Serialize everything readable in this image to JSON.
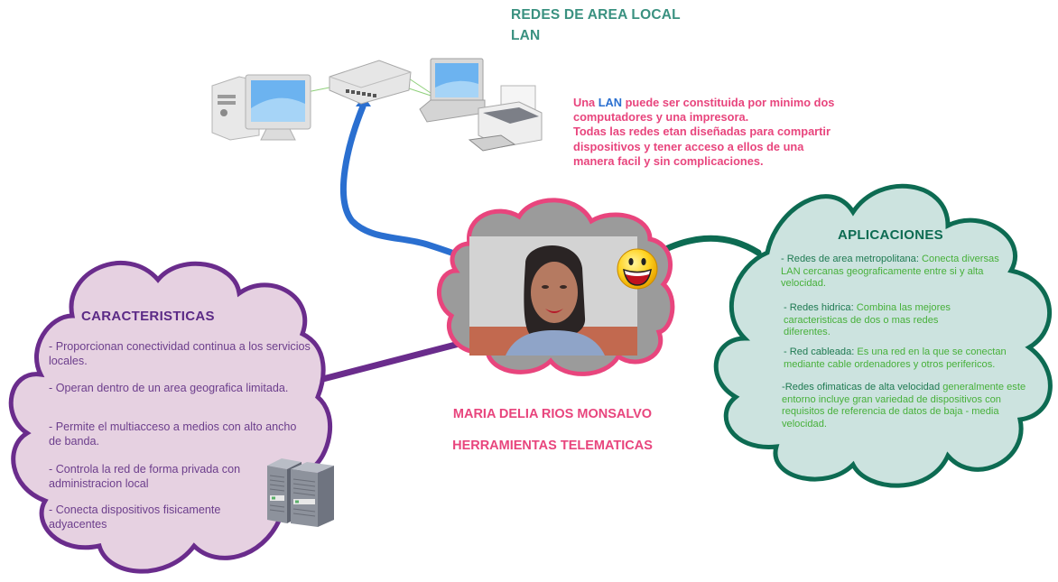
{
  "title": {
    "line1": "REDES DE AREA LOCAL",
    "line2": "LAN"
  },
  "intro": {
    "prefix": " Una ",
    "highlight": "LAN",
    "text1": " puede ser constituida por minimo dos computadores y una impresora.",
    "text2": "Todas las  redes etan diseñadas para compartir dispositivos y tener acceso a ellos de una manera facil y sin complicaciones."
  },
  "author": {
    "name": "MARIA DELIA RIOS MONSALVO",
    "course": "HERRAMIENTAS TELEMATICAS"
  },
  "caracteristicas": {
    "title": "CARACTERISTICAS",
    "items": [
      "- Proporcionan conectividad continua a los servicios locales.",
      "- Operan dentro de un area geografica limitada.",
      "- Permite el multiacceso a medios con alto ancho de banda.",
      "- Controla la red de forma privada con administracion local",
      "- Conecta dispositivos fisicamente adyacentes"
    ]
  },
  "aplicaciones": {
    "title": "APLICACIONES",
    "items": [
      {
        "term": "- Redes de area metropolitana: ",
        "desc": "Conecta diversas LAN cercanas geograficamente entre si y alta velocidad."
      },
      {
        "term": "- Redes hidrica: ",
        "desc": "Combina las mejores caracteristicas de dos o mas redes diferentes."
      },
      {
        "term": "- Red cableada: ",
        "desc": "Es una red en la que se conectan mediante cable ordenadores y otros perifericos."
      },
      {
        "term": "-Redes ofimaticas de alta velocidad ",
        "desc": "generalmente este entorno incluye gran variedad de dispositivos con requisitos de referencia de datos de baja - media velocidad."
      }
    ]
  },
  "colors": {
    "title": "#3a9180",
    "pink": "#e8457d",
    "purple": "#6a2c8c",
    "green_dark": "#0d6b52",
    "green_light": "#47b03a",
    "blue_cable": "#2a6fd0"
  },
  "icons": {
    "network_diagram": "lan-network-icon",
    "server": "server-icon",
    "smiley": "smiley-icon",
    "photo": "author-photo"
  }
}
